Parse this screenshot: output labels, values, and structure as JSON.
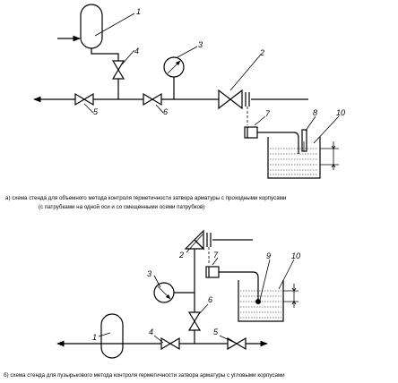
{
  "diagram_a": {
    "labels": {
      "l1": "1",
      "l2": "2",
      "l3": "3",
      "l4": "4",
      "l5": "5",
      "l6": "6",
      "l7": "7",
      "l8": "8",
      "l10": "10"
    },
    "caption_line1": "а)  схема стенда для объемного метода контроля герметичности затвора арматуры с проходными корпусами",
    "caption_line2": "(с патрубками на одной оси и со смещенными осями патрубков)"
  },
  "diagram_b": {
    "labels": {
      "l1": "1",
      "l2": "2",
      "l3": "3",
      "l4": "4",
      "l5": "5",
      "l6": "6",
      "l7": "7",
      "l9": "9",
      "l10": "10"
    },
    "caption_line1": "б)  схема стенда для пузырькового метода контроля герметичности затвора арматуры с угловыми корпусами"
  }
}
